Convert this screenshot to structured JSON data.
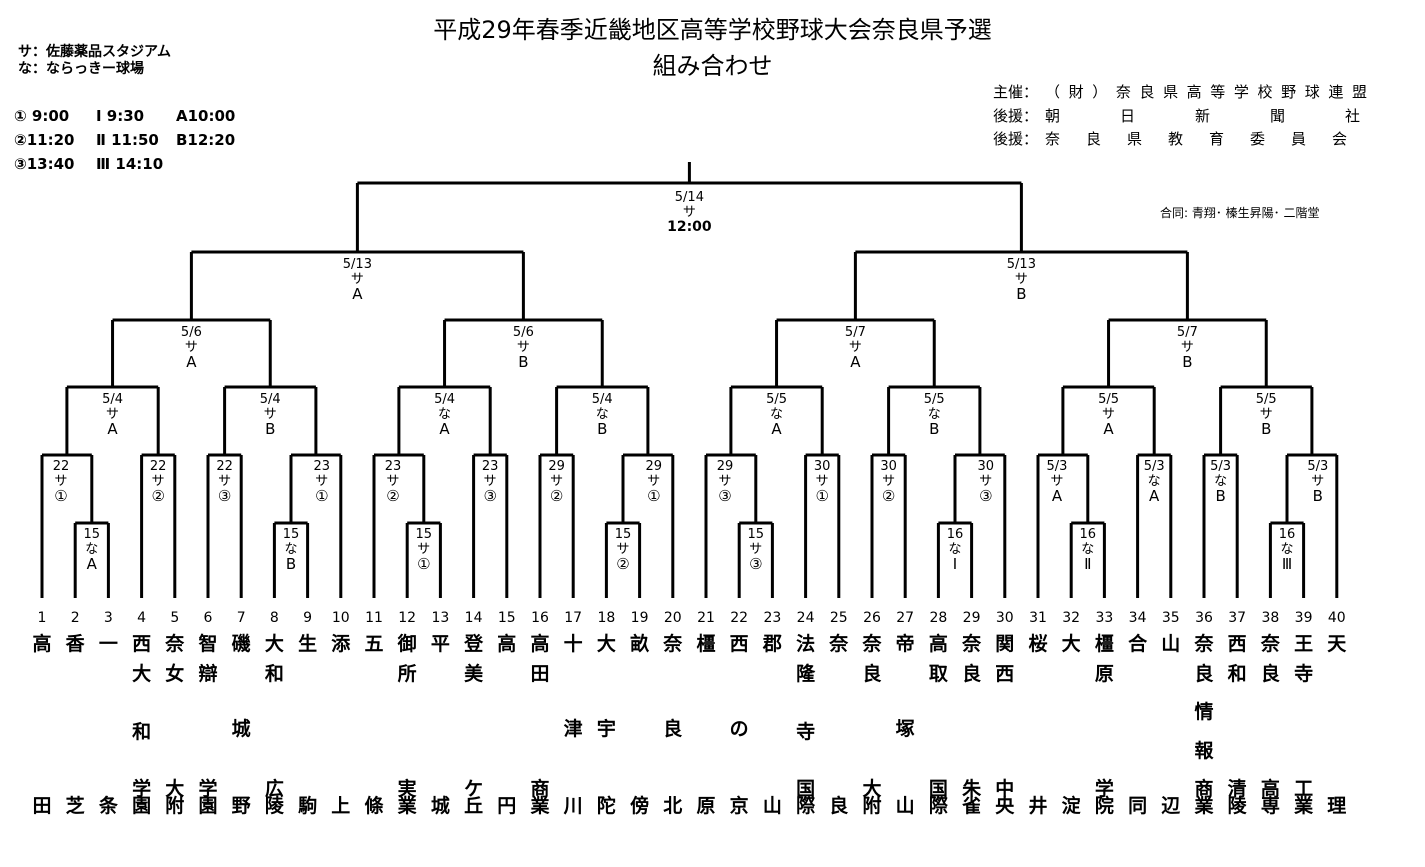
{
  "header": {
    "title": "平成29年春季近畿地区高等学校野球大会奈良県予選",
    "subtitle": "組み合わせ"
  },
  "venues": {
    "sa": "サ：佐藤薬品スタジアム",
    "na": "な：ならっきー球場"
  },
  "times": [
    [
      "① 9:00",
      "Ⅰ 9:30",
      "A10:00"
    ],
    [
      "②11:20",
      "Ⅱ 11:50",
      "B12:20"
    ],
    [
      "③13:40",
      "Ⅲ 14:10",
      ""
    ]
  ],
  "organizers": [
    [
      "主催：",
      "（財）奈良県高等学校野球連盟"
    ],
    [
      "後援：",
      "朝日新聞社"
    ],
    [
      "後援：",
      "奈良県教育委員会"
    ]
  ],
  "note": "合同: 青翔･ 榛生昇陽･ 二階堂",
  "teams": [
    [
      "高",
      "田"
    ],
    [
      "香",
      "芝"
    ],
    [
      "一",
      "条"
    ],
    [
      "西",
      "大和学園"
    ],
    [
      "奈",
      "女大附"
    ],
    [
      "智",
      "辯学園"
    ],
    [
      "磯",
      "城野"
    ],
    [
      "大",
      "和広陵"
    ],
    [
      "生",
      "駒"
    ],
    [
      "添",
      "上"
    ],
    [
      "五",
      "條"
    ],
    [
      "御",
      "所実業"
    ],
    [
      "平",
      "城"
    ],
    [
      "登",
      "美ケ丘"
    ],
    [
      "高",
      "円"
    ],
    [
      "高",
      "田商業"
    ],
    [
      "十",
      "津川"
    ],
    [
      "大",
      "宇陀"
    ],
    [
      "畝",
      "傍"
    ],
    [
      "奈",
      "良北"
    ],
    [
      "橿",
      "原"
    ],
    [
      "西",
      "の京"
    ],
    [
      "郡",
      "山"
    ],
    [
      "法",
      "隆寺国際"
    ],
    [
      "奈",
      "良"
    ],
    [
      "奈",
      "良大附"
    ],
    [
      "帝",
      "塚山"
    ],
    [
      "高",
      "取国際"
    ],
    [
      "奈",
      "良朱雀"
    ],
    [
      "関",
      "西中央"
    ],
    [
      "桜",
      "井"
    ],
    [
      "大",
      "淀"
    ],
    [
      "橿",
      "原学院"
    ],
    [
      "合",
      "同"
    ],
    [
      "山",
      "辺"
    ],
    [
      "奈",
      "良情報商業"
    ],
    [
      "西",
      "和清陵"
    ],
    [
      "奈",
      "良高専"
    ],
    [
      "王",
      "寺工業"
    ],
    [
      "天",
      "理"
    ]
  ],
  "final": {
    "date": "5/14",
    "venue": "サ",
    "time": "12:00"
  },
  "semis": [
    {
      "date": "5/13",
      "venue": "サ",
      "time": "A"
    },
    {
      "date": "5/13",
      "venue": "サ",
      "time": "B"
    }
  ],
  "quarters": [
    {
      "date": "5/6",
      "venue": "サ",
      "time": "A"
    },
    {
      "date": "5/6",
      "venue": "サ",
      "time": "B"
    },
    {
      "date": "5/7",
      "venue": "サ",
      "time": "A"
    },
    {
      "date": "5/7",
      "venue": "サ",
      "time": "B"
    }
  ],
  "round3": [
    {
      "date": "5/4",
      "venue": "サ",
      "time": "A"
    },
    {
      "date": "5/4",
      "venue": "サ",
      "time": "B"
    },
    {
      "date": "5/4",
      "venue": "な",
      "time": "A"
    },
    {
      "date": "5/4",
      "venue": "な",
      "time": "B"
    },
    {
      "date": "5/5",
      "venue": "な",
      "time": "A"
    },
    {
      "date": "5/5",
      "venue": "な",
      "time": "B"
    },
    {
      "date": "5/5",
      "venue": "サ",
      "time": "A"
    },
    {
      "date": "5/5",
      "venue": "サ",
      "time": "B"
    }
  ],
  "round2": [
    {
      "date": "22",
      "venue": "サ",
      "time": "①"
    },
    {
      "date": "22",
      "venue": "サ",
      "time": "②"
    },
    {
      "date": "22",
      "venue": "サ",
      "time": "③"
    },
    {
      "date": "23",
      "venue": "サ",
      "time": "①"
    },
    {
      "date": "23",
      "venue": "サ",
      "time": "②"
    },
    {
      "date": "23",
      "venue": "サ",
      "time": "③"
    },
    {
      "date": "29",
      "venue": "サ",
      "time": "②"
    },
    {
      "date": "29",
      "venue": "サ",
      "time": "①"
    },
    {
      "date": "29",
      "venue": "サ",
      "time": "③"
    },
    {
      "date": "30",
      "venue": "サ",
      "time": "①"
    },
    {
      "date": "30",
      "venue": "サ",
      "time": "②"
    },
    {
      "date": "30",
      "venue": "サ",
      "time": "③"
    },
    {
      "date": "5/3",
      "venue": "サ",
      "time": "A"
    },
    {
      "date": "5/3",
      "venue": "な",
      "time": "A"
    },
    {
      "date": "5/3",
      "venue": "な",
      "time": "B"
    },
    {
      "date": "5/3",
      "venue": "サ",
      "time": "B"
    }
  ],
  "round1": [
    {
      "date": "15",
      "venue": "な",
      "time": "A"
    },
    {
      "date": "15",
      "venue": "な",
      "time": "B"
    },
    {
      "date": "15",
      "venue": "サ",
      "time": "①"
    },
    {
      "date": "15",
      "venue": "サ",
      "time": "②"
    },
    {
      "date": "15",
      "venue": "サ",
      "time": "③"
    },
    {
      "date": "16",
      "venue": "な",
      "time": "Ⅰ"
    },
    {
      "date": "16",
      "venue": "な",
      "time": "Ⅱ"
    },
    {
      "date": "16",
      "venue": "な",
      "time": "Ⅲ"
    }
  ]
}
